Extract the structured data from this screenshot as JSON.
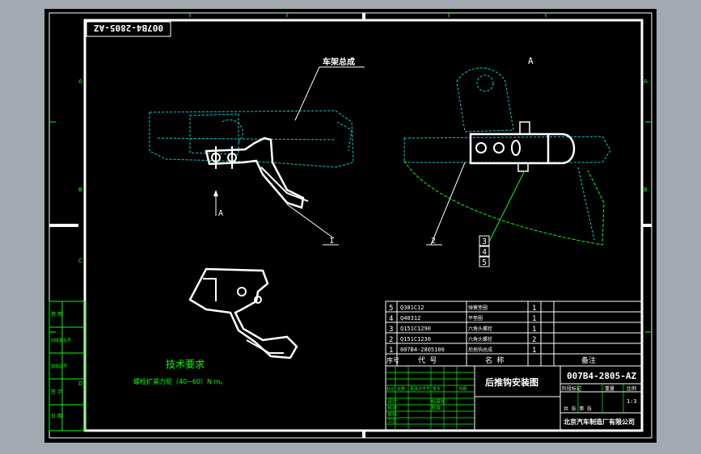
{
  "drawing_number": "007B4-2805-AZ",
  "drawing_number_mirrored": "007B4-2805-AZ",
  "drawing_title": "后推钩安装图",
  "company": "北京汽车制造厂有限公司",
  "scale": "1:3",
  "view_label_a": "A",
  "view_label_a_arrow": "A",
  "frame_assembly_label": "车架总成",
  "callouts": [
    "1",
    "2",
    "3",
    "4",
    "5"
  ],
  "tech_requirements": {
    "title": "技术要求",
    "text": "螺栓扩紧力矩（40~60）N·m。"
  },
  "bom": {
    "rows": [
      {
        "no": "5",
        "code": "Q381C12",
        "name": "弹簧垫圈"
      },
      {
        "no": "4",
        "code": "Q40312",
        "name": "平垫圈"
      },
      {
        "no": "3",
        "code": "Q151C1290",
        "name": "六角头螺栓"
      },
      {
        "no": "2",
        "code": "Q151C1230",
        "name": "六角头螺栓"
      },
      {
        "no": "1",
        "code": "007B4-2805100",
        "name": "后拖钩总成"
      }
    ],
    "quantities": [
      "1",
      "1",
      "1",
      "2",
      "1"
    ],
    "headers": {
      "no": "序号",
      "code": "代 号",
      "name": "名 称",
      "remark": "备注"
    }
  },
  "title_block": {
    "stage_label": "阶段标记",
    "weight_label": "重量",
    "scale_label": "比例",
    "sheet_label": "共 张 第 张",
    "design": "设计",
    "check": "校对",
    "review": "审核",
    "process": "工艺",
    "standard": "标准化",
    "approve": "批准",
    "date": "日期",
    "mark": "标记",
    "count": "处数",
    "change_doc": "更改文件号",
    "signature": "签字"
  },
  "left_strip": [
    "借 用",
    "旧底图总号",
    "底图总号",
    "签 字",
    "日 期"
  ],
  "zone_letters": [
    "A",
    "B",
    "C",
    "D"
  ]
}
